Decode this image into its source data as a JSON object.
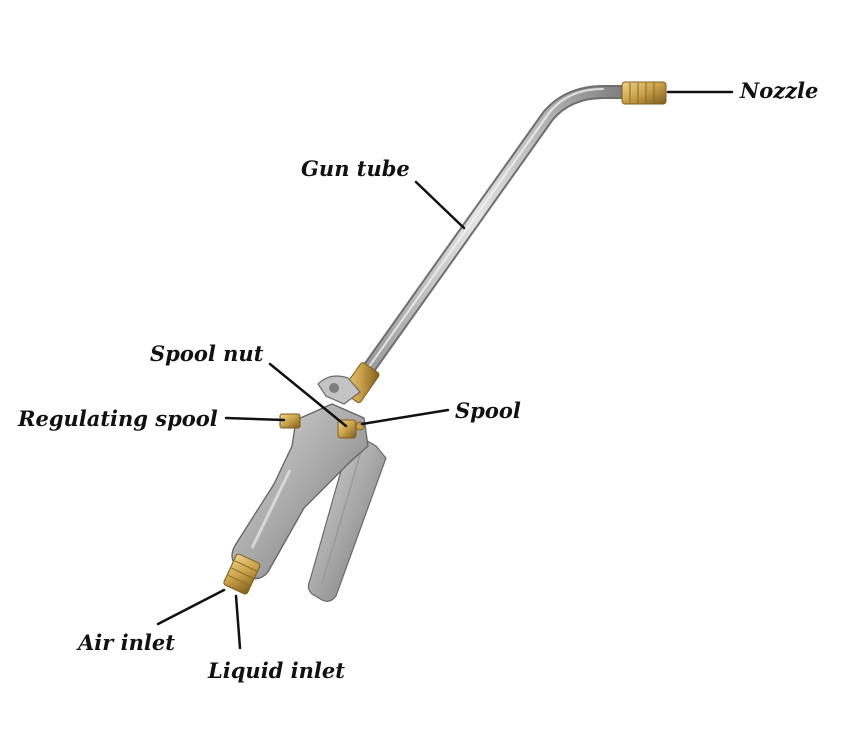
{
  "diagram": {
    "labels": {
      "nozzle": "Nozzle",
      "gun_tube": "Gun tube",
      "spool_nut": "Spool nut",
      "spool": "Spool",
      "regulating_spool": "Regulating spool",
      "air_inlet": "Air inlet",
      "liquid_inlet": "Liquid inlet"
    }
  },
  "colors": {
    "metal": "#b8b8b8",
    "metal_dark": "#7d7d7d",
    "brass": "#c9a04a",
    "brass_dark": "#8a6a22",
    "leader": "#111111"
  }
}
